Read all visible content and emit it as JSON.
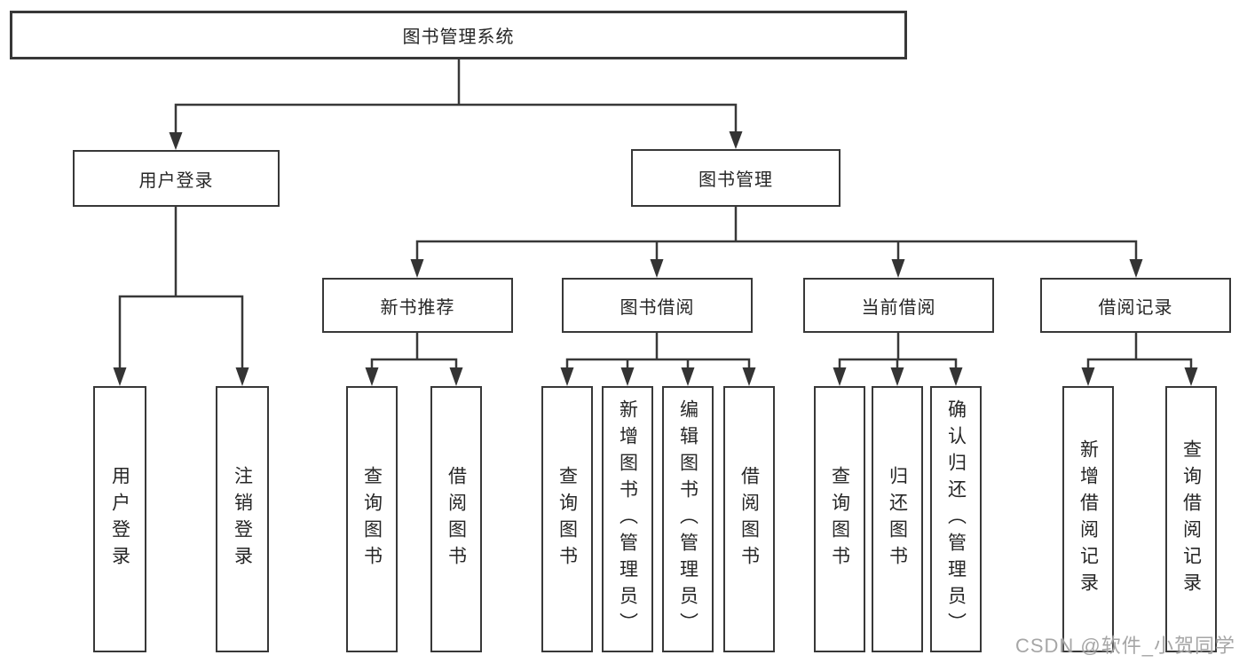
{
  "tree": {
    "root": {
      "label": "图书管理系统"
    },
    "branches": [
      {
        "label": "用户登录",
        "children": [
          {
            "label": "用户登录"
          },
          {
            "label": "注销登录"
          }
        ]
      },
      {
        "label": "图书管理",
        "children": [
          {
            "label": "新书推荐",
            "children": [
              {
                "label": "查询图书"
              },
              {
                "label": "借阅图书"
              }
            ]
          },
          {
            "label": "图书借阅",
            "children": [
              {
                "label": "查询图书"
              },
              {
                "label": "新增图书（管理员）"
              },
              {
                "label": "编辑图书（管理员）"
              },
              {
                "label": "借阅图书"
              }
            ]
          },
          {
            "label": "当前借阅",
            "children": [
              {
                "label": "查询图书"
              },
              {
                "label": "归还图书"
              },
              {
                "label": "确认归还（管理员）"
              }
            ]
          },
          {
            "label": "借阅记录",
            "children": [
              {
                "label": "新增借阅记录"
              },
              {
                "label": "查询借阅记录"
              }
            ]
          }
        ]
      }
    ]
  },
  "watermark": "CSDN @软件_小贺同学",
  "colors": {
    "line": "#383838",
    "arrow": "#343434",
    "box_border": "#383838",
    "text": "#262626",
    "background": "#ffffff",
    "watermark": "#9e9e9e"
  }
}
